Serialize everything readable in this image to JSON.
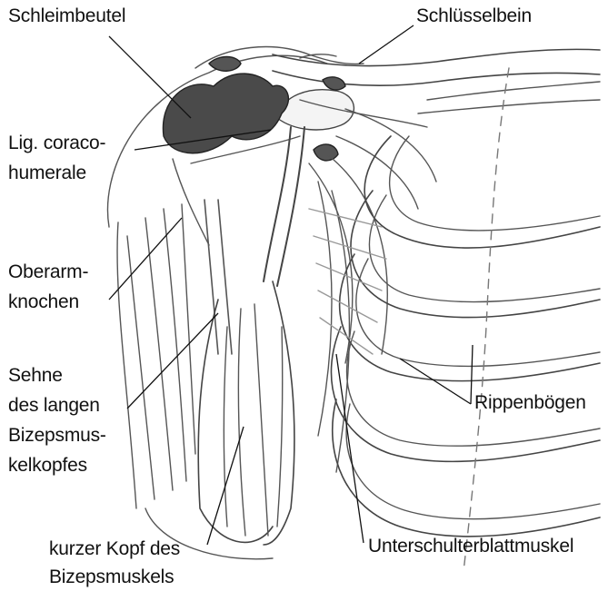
{
  "labels": {
    "bursa": {
      "lines": [
        "Schleimbeutel"
      ]
    },
    "clavicle": {
      "lines": [
        "Schlüsselbein"
      ]
    },
    "ligament": {
      "lines": [
        "Lig. coraco-",
        "humerale"
      ]
    },
    "humerus": {
      "lines": [
        "Oberarm-",
        "knochen"
      ]
    },
    "biceps_long_tendon": {
      "lines": [
        "Sehne",
        "des langen",
        "Bizepsmus-",
        "kelkopfes"
      ]
    },
    "ribs": {
      "lines": [
        "Rippenbögen"
      ]
    },
    "biceps_short_head": {
      "lines": [
        "kurzer Kopf des",
        "Bizepsmuskels"
      ]
    },
    "subscapularis": {
      "lines": [
        "Unterschulterblattmuskel"
      ]
    }
  },
  "colors": {
    "ink": "#111111",
    "bursa_fill": "#4a4a4a",
    "shading": "#9a9a9a"
  }
}
